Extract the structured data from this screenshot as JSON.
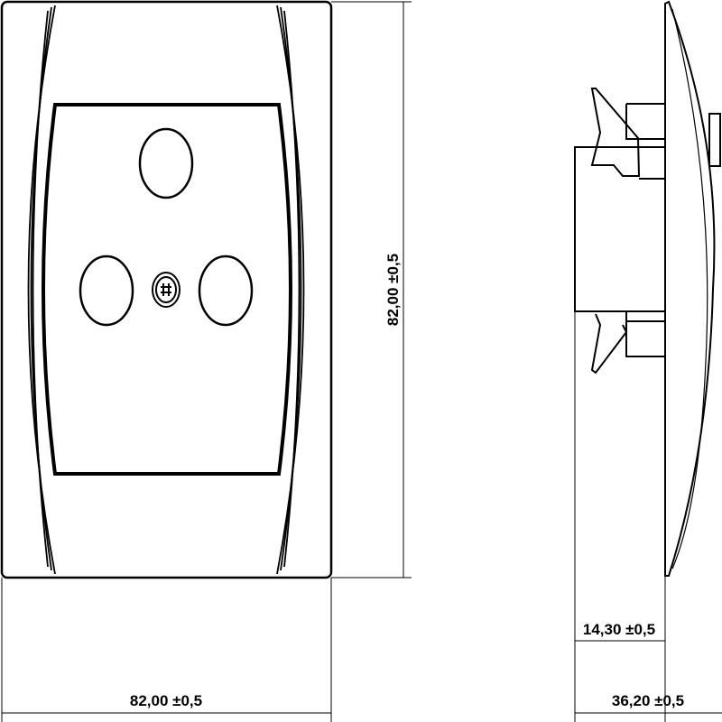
{
  "title": "TV/SAT/RTV antenna socket – dimension drawing",
  "dimensions": {
    "width": "82,00 ±0,5",
    "height": "82,00 ±0,5",
    "depth_total": "36,20 ±0,5",
    "depth_plate": "14,30 ±0,5"
  }
}
